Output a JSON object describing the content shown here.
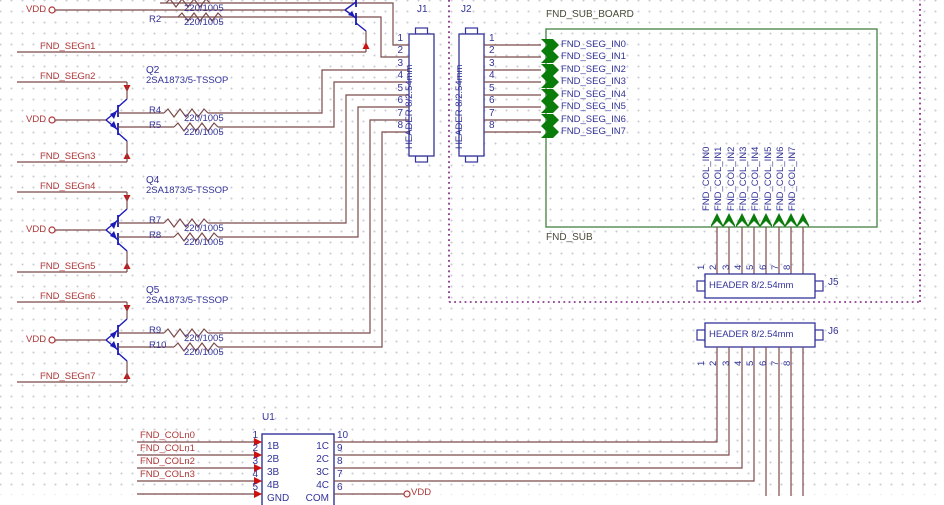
{
  "schematic": {
    "vdd_label": "VDD",
    "seg_nets": [
      "FND_SEGn1",
      "FND_SEGn2",
      "FND_SEGn3",
      "FND_SEGn4",
      "FND_SEGn5",
      "FND_SEGn6",
      "FND_SEGn7"
    ],
    "partial_block": {
      "r_bot": "R2",
      "val_top": "220/1005",
      "val_bot": "220/1005"
    },
    "driver_blocks": [
      {
        "ref": "Q2",
        "part": "2SA1873/5-TSSOP",
        "r_top": "R4",
        "r_bot": "R5",
        "val_top": "220/1005",
        "val_bot": "220/1005"
      },
      {
        "ref": "Q4",
        "part": "2SA1873/5-TSSOP",
        "r_top": "R7",
        "r_bot": "R8",
        "val_top": "220/1005",
        "val_bot": "220/1005"
      },
      {
        "ref": "Q5",
        "part": "2SA1873/5-TSSOP",
        "r_top": "R9",
        "r_bot": "R10",
        "val_top": "220/1005",
        "val_bot": "220/1005"
      }
    ],
    "connectors": {
      "j1": {
        "ref": "J1",
        "part": "HEADER 8/2.54mm",
        "pins": [
          "1",
          "2",
          "3",
          "4",
          "5",
          "6",
          "7",
          "8"
        ]
      },
      "j2": {
        "ref": "J2",
        "part": "HEADER 8/2.54mm",
        "pins": [
          "1",
          "2",
          "3",
          "4",
          "5",
          "6",
          "7",
          "8"
        ]
      },
      "j5": {
        "ref": "J5",
        "part": "HEADER 8/2.54mm",
        "pins": [
          "1",
          "2",
          "3",
          "4",
          "5",
          "6",
          "7",
          "8"
        ]
      },
      "j6": {
        "ref": "J6",
        "part": "HEADER 8/2.54mm",
        "pins": [
          "1",
          "2",
          "3",
          "4",
          "5",
          "6",
          "7",
          "8"
        ]
      }
    },
    "board": {
      "title": "FND_SUB_BOARD",
      "name": "FND_SUB",
      "seg_inputs": [
        "FND_SEG_IN0",
        "FND_SEG_IN1",
        "FND_SEG_IN2",
        "FND_SEG_IN3",
        "FND_SEG_IN4",
        "FND_SEG_IN5",
        "FND_SEG_IN6",
        "FND_SEG_IN7"
      ],
      "col_inputs": [
        "FND_COL_IN0",
        "FND_COL_IN1",
        "FND_COL_IN2",
        "FND_COL_IN3",
        "FND_COL_IN4",
        "FND_COL_IN5",
        "FND_COL_IN6",
        "FND_COL_IN7"
      ]
    },
    "u1": {
      "ref": "U1",
      "col_nets": [
        "FND_COLn0",
        "FND_COLn1",
        "FND_COLn2",
        "FND_COLn3"
      ],
      "left_pins": [
        {
          "num": "1",
          "label": "1B"
        },
        {
          "num": "2",
          "label": "2B"
        },
        {
          "num": "3",
          "label": "3B"
        },
        {
          "num": "4",
          "label": "4B"
        },
        {
          "num": "5",
          "label": "GND"
        }
      ],
      "right_pins": [
        {
          "num": "10",
          "label": "1C"
        },
        {
          "num": "9",
          "label": "2C"
        },
        {
          "num": "8",
          "label": "3C"
        },
        {
          "num": "7",
          "label": "4C"
        },
        {
          "num": "6",
          "label": "COM"
        }
      ],
      "vdd": "VDD"
    },
    "colors": {
      "wire": "#7c4a4a",
      "net_text": "#b03838",
      "component_text": "#333399",
      "symbol": "#1a1ab8",
      "port": "#cc1111",
      "green": "#0a7c0a",
      "board_border": "#4f8a4f",
      "board_text": "#4a4a38",
      "boundary": "#7a1a7a"
    }
  }
}
